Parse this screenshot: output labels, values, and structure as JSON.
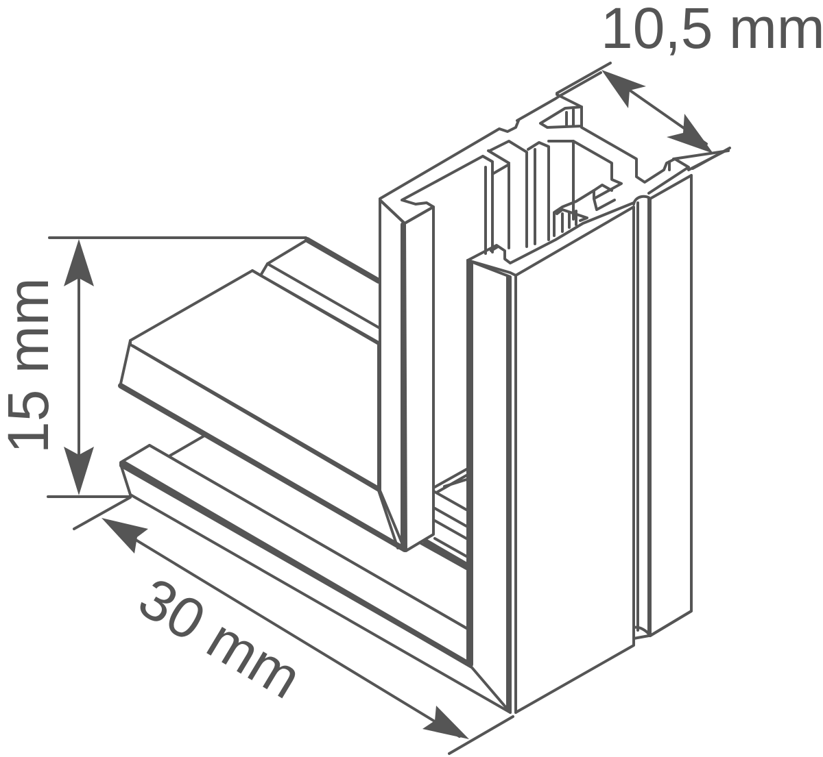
{
  "diagram": {
    "type": "isometric-profile-dimension-drawing",
    "subject": "L-shaped corner track profile",
    "line_color": "#555555",
    "background": "#ffffff",
    "dimensions": {
      "width": {
        "label": "10,5 mm",
        "value": 10.5,
        "unit": "mm",
        "orientation": "diagonal-top-right"
      },
      "height": {
        "label": "15 mm",
        "value": 15,
        "unit": "mm",
        "orientation": "vertical-left"
      },
      "length": {
        "label": "30 mm",
        "value": 30,
        "unit": "mm",
        "orientation": "diagonal-bottom"
      }
    }
  }
}
